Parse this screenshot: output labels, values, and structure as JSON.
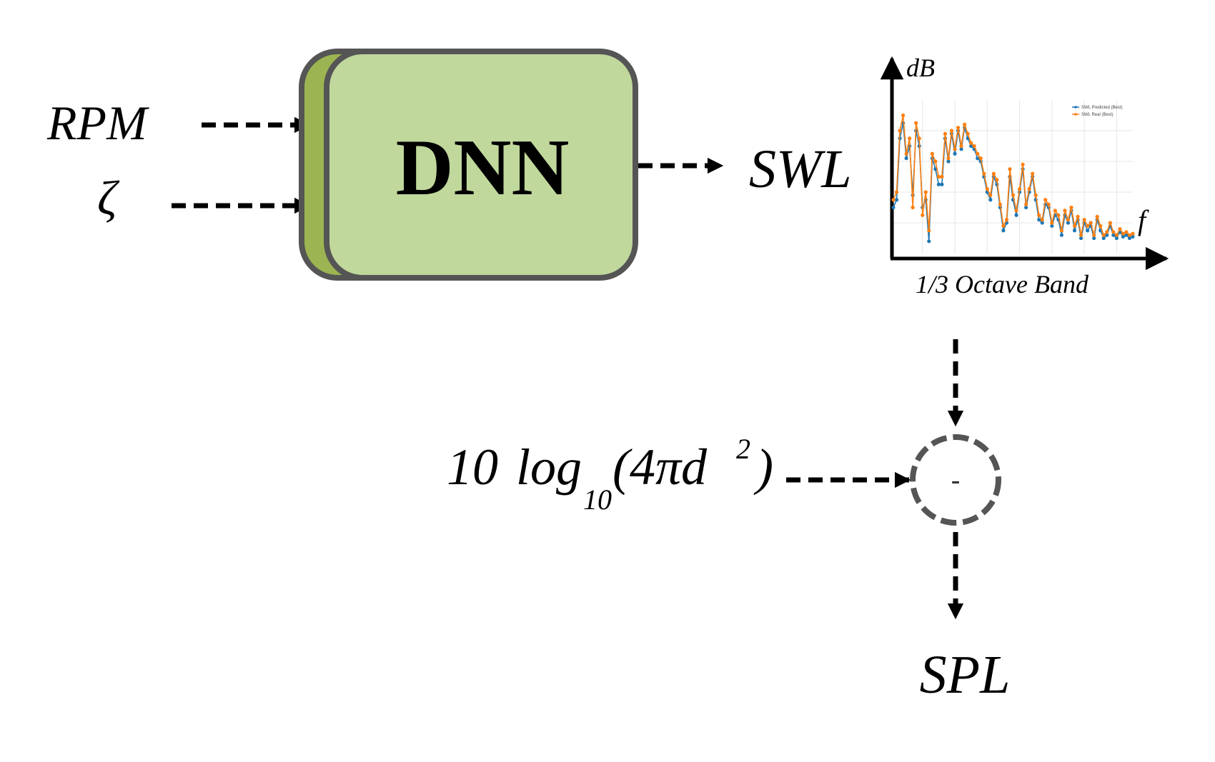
{
  "inputs": {
    "rpm_label": "RPM",
    "zeta_label": "ζ"
  },
  "dnn": {
    "label": "DNN",
    "fill_color": "#c1d89d",
    "back_color": "#9cb552",
    "border_color": "#555555"
  },
  "output": {
    "swl_label": "SWL"
  },
  "plot": {
    "y_axis_label": "dB",
    "x_axis_label": "f",
    "caption": "1/3 Octave Band",
    "legend": [
      {
        "name": "SWL Predicted (Best)",
        "color": "#1f77b4"
      },
      {
        "name": "SWL Real (Best)",
        "color": "#ff7f0e"
      }
    ]
  },
  "chart_data": {
    "type": "line",
    "title": "",
    "xlabel": "f",
    "ylabel": "dB",
    "ylim": [
      0,
      100
    ],
    "x": [
      1,
      2,
      3,
      4,
      5,
      6,
      7,
      8,
      9,
      10,
      11,
      12,
      13,
      14,
      15,
      16,
      17,
      18,
      19,
      20,
      21,
      22,
      23,
      24,
      25,
      26,
      27,
      28,
      29,
      30,
      31,
      32,
      33,
      34,
      35,
      36,
      37,
      38,
      39,
      40,
      41,
      42,
      43,
      44,
      45,
      46,
      47,
      48,
      49,
      50,
      51,
      52,
      53,
      54,
      55,
      56,
      57,
      58,
      59,
      60,
      61,
      62,
      63,
      64,
      65,
      66,
      67,
      68,
      69,
      70,
      71,
      72,
      73,
      74,
      75
    ],
    "series": [
      {
        "name": "SWL Predicted (Best)",
        "color": "#1f77b4",
        "values": [
          30,
          35,
          75,
          85,
          62,
          70,
          38,
          80,
          70,
          30,
          35,
          8,
          62,
          55,
          45,
          45,
          75,
          60,
          78,
          65,
          80,
          68,
          82,
          75,
          70,
          68,
          62,
          60,
          50,
          40,
          35,
          50,
          45,
          30,
          15,
          20,
          50,
          35,
          25,
          40,
          55,
          30,
          40,
          50,
          35,
          22,
          20,
          32,
          30,
          18,
          25,
          22,
          12,
          25,
          20,
          28,
          15,
          22,
          10,
          20,
          15,
          18,
          10,
          22,
          15,
          10,
          12,
          18,
          12,
          10,
          14,
          11,
          12,
          10,
          11
        ]
      },
      {
        "name": "SWL Real (Best)",
        "color": "#ff7f0e",
        "values": [
          35,
          40,
          80,
          90,
          65,
          75,
          30,
          85,
          75,
          25,
          40,
          15,
          65,
          60,
          50,
          50,
          78,
          62,
          80,
          68,
          82,
          70,
          84,
          78,
          72,
          70,
          65,
          62,
          52,
          42,
          38,
          52,
          48,
          32,
          18,
          22,
          55,
          38,
          28,
          42,
          58,
          32,
          42,
          52,
          38,
          25,
          22,
          35,
          32,
          20,
          28,
          25,
          15,
          28,
          22,
          30,
          18,
          24,
          12,
          22,
          18,
          20,
          12,
          24,
          18,
          12,
          14,
          20,
          14,
          12,
          16,
          13,
          14,
          12,
          13
        ]
      }
    ]
  },
  "offset": {
    "coef": "10",
    "log": "log",
    "base": "10",
    "arg": "(4πd",
    "exp": "2",
    "close": ")"
  },
  "subtract": {
    "symbol": "-"
  },
  "result": {
    "spl_label": "SPL"
  }
}
